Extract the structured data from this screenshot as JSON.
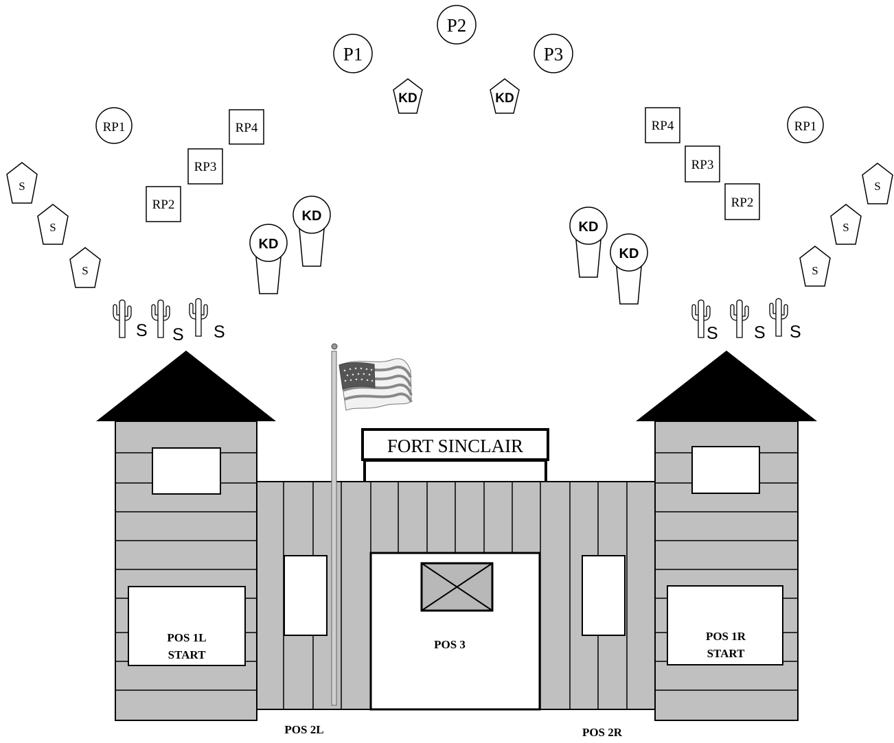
{
  "colors": {
    "wall": "#c0c0c0",
    "roof": "#000000",
    "line": "#000000",
    "window": "#ffffff",
    "crate": "#b8b8b8"
  },
  "targets": {
    "p1": "P1",
    "p2": "P2",
    "p3": "P3",
    "rp1": "RP1",
    "rp2": "RP2",
    "rp3": "RP3",
    "rp4": "RP4",
    "kd": "KD",
    "s": "S"
  },
  "fort": {
    "sign": "FORT SINCLAIR",
    "pos1l_line1": "POS 1L",
    "pos1l_line2": "START",
    "pos1r_line1": "POS 1R",
    "pos1r_line2": "START",
    "pos2l": "POS 2L",
    "pos2r": "POS 2R",
    "pos3": "POS 3"
  },
  "icons": {
    "flag": "us-flag-icon",
    "cactus": "cactus-icon"
  }
}
